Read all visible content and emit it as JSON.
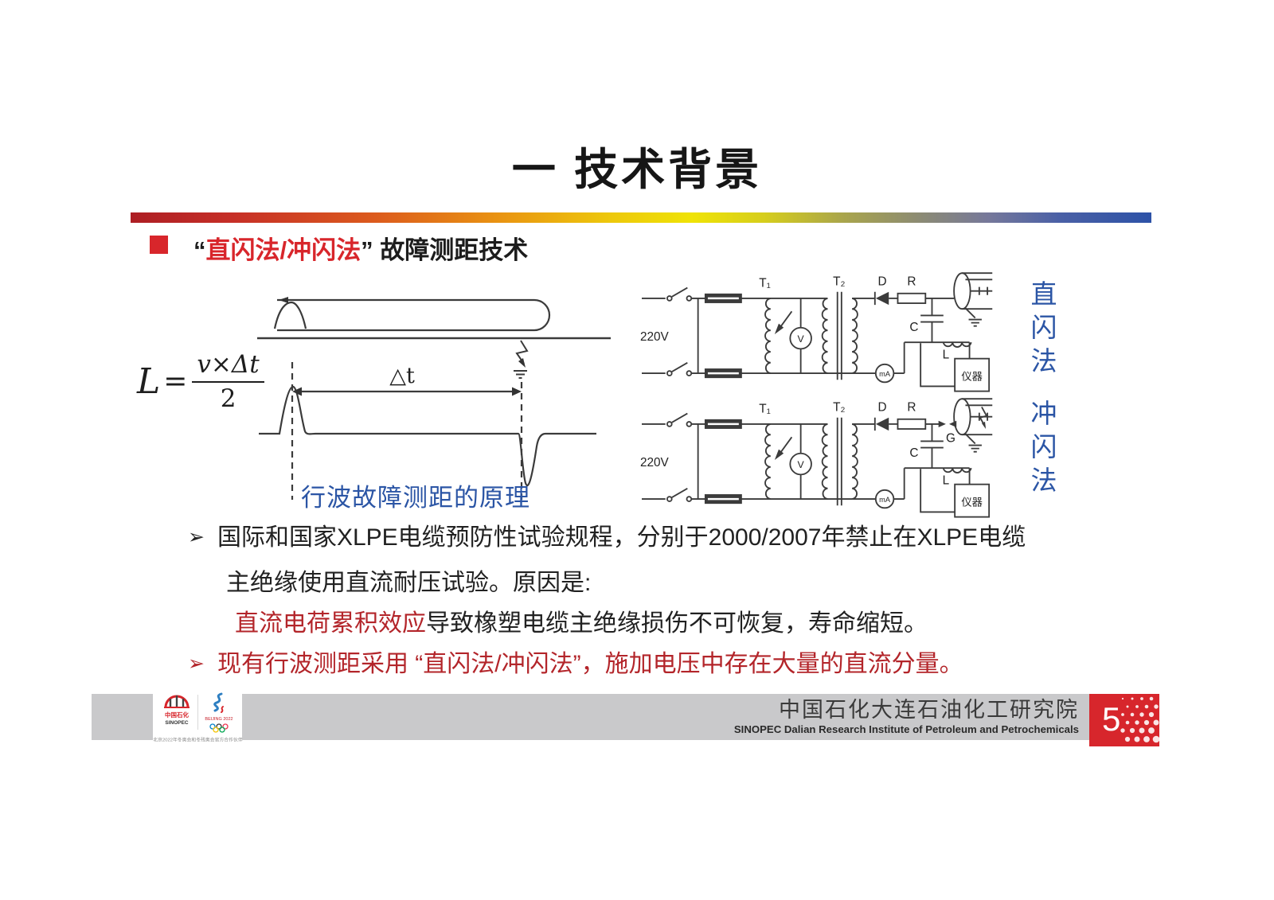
{
  "title": "一  技术背景",
  "heading": {
    "quote_open": "“",
    "highlight": "直闪法/冲闪法",
    "quote_close": "”",
    "suffix": " 故障测距技术"
  },
  "principle": {
    "formula_lhs": "L",
    "formula_eq": "=",
    "formula_numerator": "v×Δt",
    "formula_denominator": "2",
    "delta_t_label": "△t",
    "caption": "行波故障测距的原理"
  },
  "circuits": {
    "labels": {
      "voltage": "220V",
      "t1": "T₁",
      "t2": "T₂",
      "diode": "D",
      "resistor": "R",
      "capacitor": "C",
      "gap": "G",
      "voltmeter": "V",
      "milliammeter": "mA",
      "inductor": "L",
      "instrument": "仪器"
    },
    "method_top": "直闪法",
    "method_bottom": "冲闪法"
  },
  "bullets": {
    "b1_line1": "国际和国家XLPE电缆预防性试验规程，分别于2000/2007年禁止在XLPE电缆",
    "b1_line2": "主绝缘使用直流耐压试验。原因是:",
    "b2_highlight": "直流电荷累积效应",
    "b2_rest": "导致橡塑电缆主绝缘损伤不可恢复，寿命缩短。",
    "b3": "现有行波测距采用 “直闪法/冲闪法”，施加电压中存在大量的直流分量。",
    "arrow_glyph": "➢"
  },
  "footer": {
    "org_cn": "中国石化大连石油化工研究院",
    "org_en": "SINOPEC Dalian Research Institute of Petroleum and Petrochemicals",
    "page_number": "5",
    "sinopec_cn": "中国石化",
    "sinopec_en": "SINOPEC",
    "beijing_label": "BEIJING 2022",
    "partner_caption": "北京2022年冬奥会和冬残奥会官方合作伙伴"
  },
  "colors": {
    "accent_red": "#D8262B",
    "body_red": "#B3252A",
    "blue": "#2B55A5"
  }
}
